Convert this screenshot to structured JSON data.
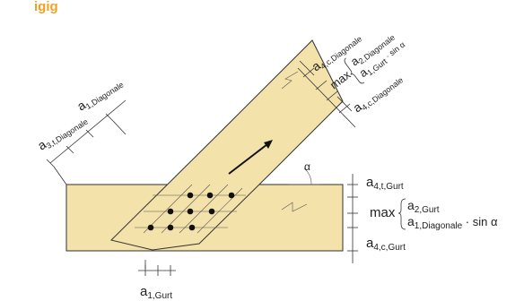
{
  "title_fragment": "igig",
  "colors": {
    "wood": "#f3e2aa",
    "wood_edge": "#333333",
    "accent_orange": "#f2a020",
    "ink": "#222222"
  },
  "labels": {
    "a3t_diagonale": {
      "main": "a",
      "sub": "3,t,Diagonale"
    },
    "a1_diagonale": {
      "main": "a",
      "sub": "1,Diagonale"
    },
    "a4c_diagonale_top": {
      "main": "a",
      "sub": "4,c,Diagonale"
    },
    "max_diag": {
      "max": "max",
      "line1_main": "a",
      "line1_sub": "2,Diagonale",
      "line2_main": "a",
      "line2_sub": "1,Gurt",
      "line2_tail": " · sin α"
    },
    "a4c_diagonale_bottom": {
      "main": "a",
      "sub": "4,c,Diagonale"
    },
    "alpha": "α",
    "a4t_gurt": {
      "main": "a",
      "sub": "4,t,Gurt"
    },
    "max_gurt": {
      "max": "max",
      "line1_main": "a",
      "line1_sub": "2,Gurt",
      "line2_main": "a",
      "line2_sub": "1,Diagonale",
      "line2_tail": " · sin α"
    },
    "a4c_gurt": {
      "main": "a",
      "sub": "4,c,Gurt"
    },
    "a1_gurt": {
      "main": "a",
      "sub": "1,Gurt"
    }
  }
}
